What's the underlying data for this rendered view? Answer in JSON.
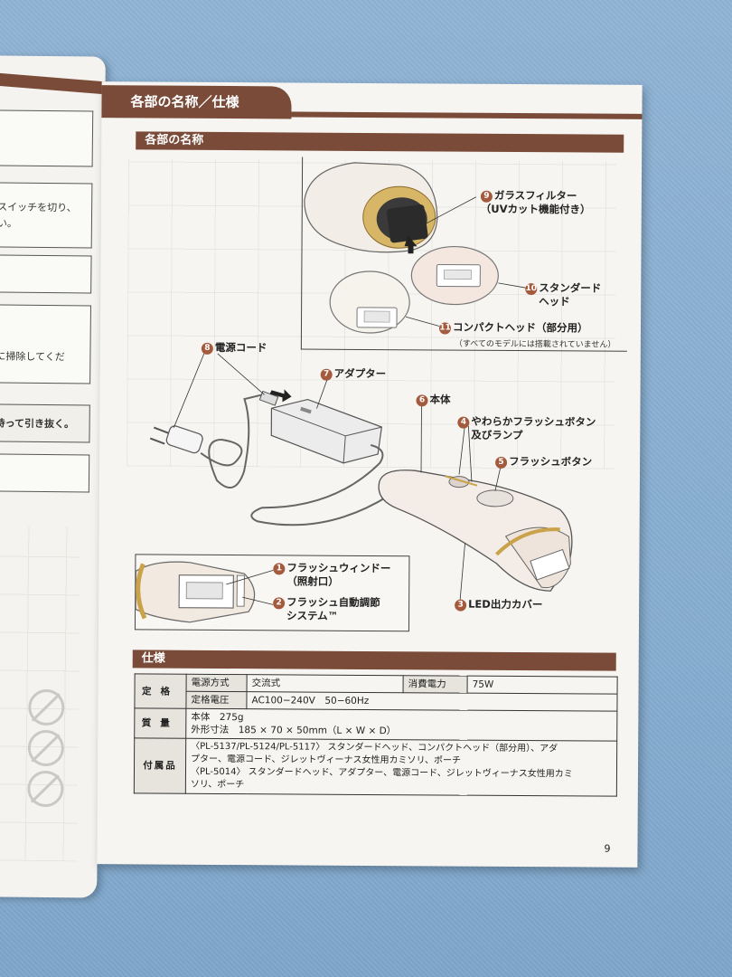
{
  "left_page": {
    "line1": "スイッチを切り、",
    "line2": "い。",
    "line3": "に掃除してくだ",
    "line4": "持って引き抜く。"
  },
  "header": {
    "title": "各部の名称／仕様"
  },
  "parts_section": {
    "title": "各部の名称",
    "labels": {
      "p9": {
        "num": "9",
        "line1": "ガラスフィルター",
        "line2": "（UVカット機能付き）"
      },
      "p10": {
        "num": "10",
        "line1": "スタンダード",
        "line2": "ヘッド"
      },
      "p11": {
        "num": "11",
        "line1": "コンパクトヘッド（部分用）",
        "note": "（すべてのモデルには搭載されていません）"
      },
      "p8": {
        "num": "8",
        "line1": "電源コード"
      },
      "p7": {
        "num": "7",
        "line1": "アダプター"
      },
      "p6": {
        "num": "6",
        "line1": "本体"
      },
      "p4": {
        "num": "4",
        "line1": "やわらかフラッシュボタン",
        "line2": "及びランプ"
      },
      "p5": {
        "num": "5",
        "line1": "フラッシュボタン"
      },
      "p1": {
        "num": "1",
        "line1": "フラッシュウィンドー",
        "line2": "（照射口）"
      },
      "p2": {
        "num": "2",
        "line1": "フラッシュ自動調節",
        "line2": "システム™"
      },
      "p3": {
        "num": "3",
        "line1": "LED出力カバー"
      }
    }
  },
  "spec_section": {
    "title": "仕様",
    "rating_label": "定格",
    "power_type_label": "電源方式",
    "power_type_value": "交流式",
    "consumption_label": "消費電力",
    "consumption_value": "75W",
    "voltage_label": "定格電圧",
    "voltage_value": "AC100−240V　50−60Hz",
    "mass_label": "質量",
    "mass_line1": "本体　275g",
    "mass_line2": "外形寸法　185 × 70 × 50mm（L × W × D）",
    "accessories_label": "付属品",
    "accessories_line1": "〈PL-5137/PL-5124/PL-5117〉 スタンダードヘッド、コンパクトヘッド（部分用）、アダ",
    "accessories_line2": "プター、電源コード、ジレットヴィーナス女性用カミソリ、ポーチ",
    "accessories_line3": "〈PL-5014〉 スタンダードヘッド、アダプター、電源コード、ジレットヴィーナス女性用カミ",
    "accessories_line4": "ソリ、ポーチ"
  },
  "page_number": "9",
  "colors": {
    "brand_brown": "#7a4b39",
    "number_badge": "#a45a3c",
    "gold": "#c9a24a"
  }
}
